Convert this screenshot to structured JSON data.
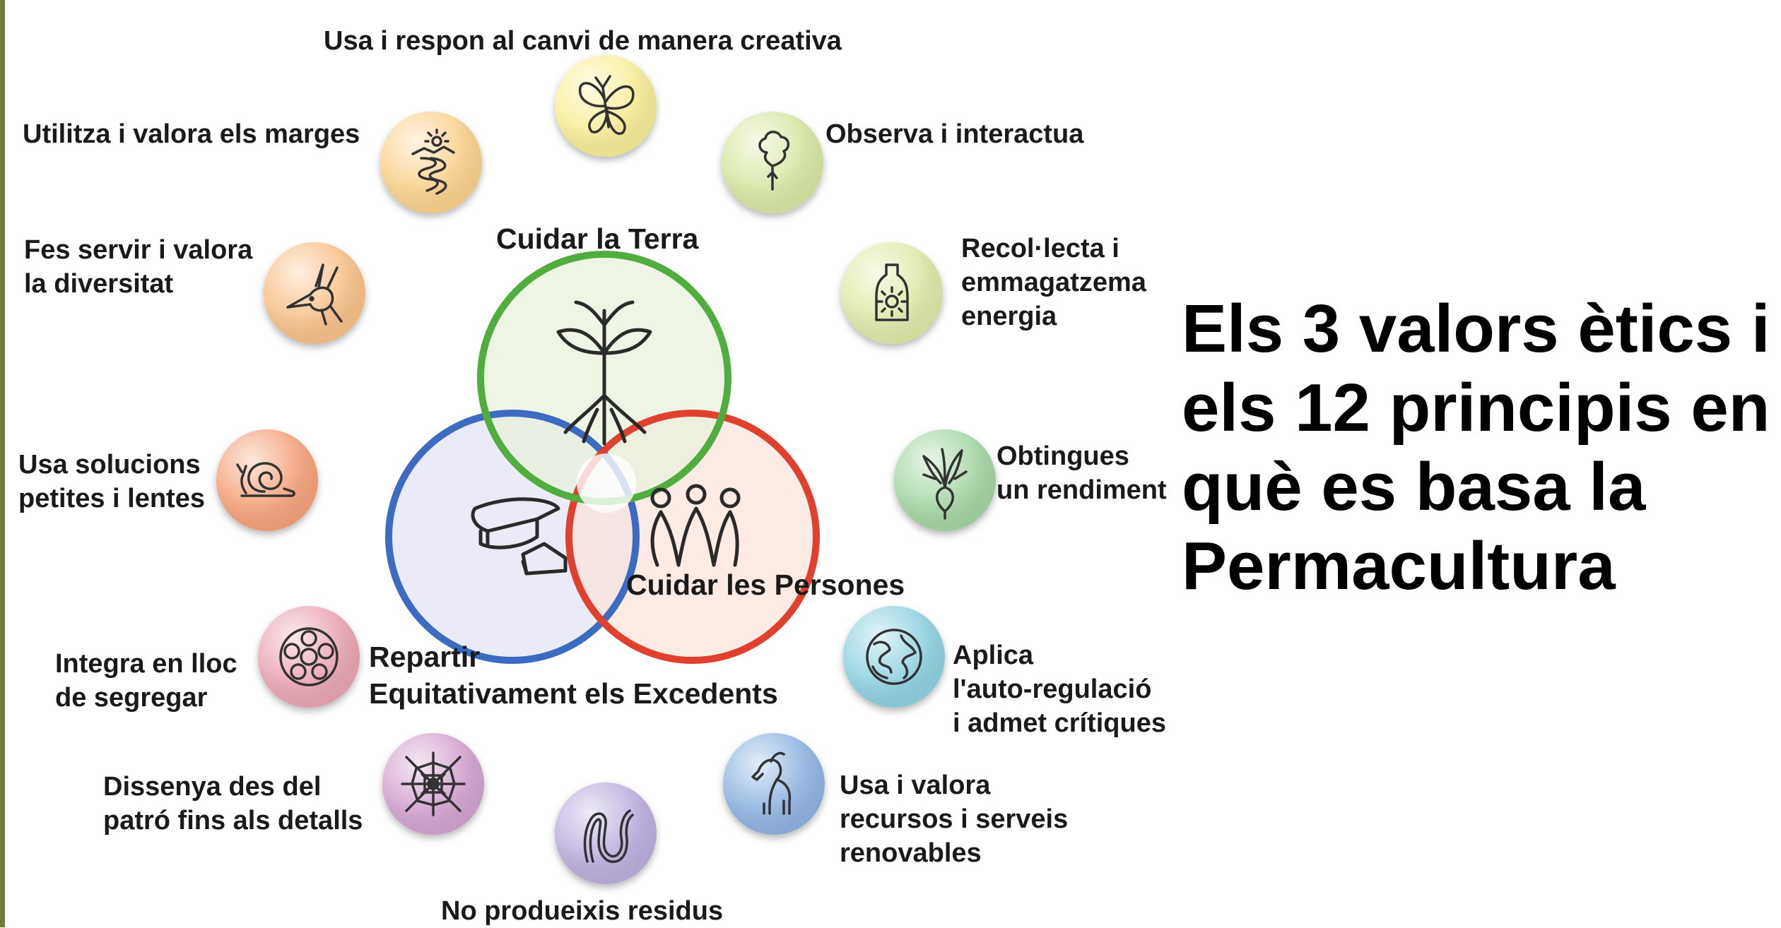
{
  "headline": "Els 3 valors ètics i\nels 12 principis en\nquè es basa la\nPermacultura",
  "ethics": {
    "earth": "Cuidar la Terra",
    "people": "Cuidar les Persones",
    "share": "Repartir\nEquitativament els Excedents"
  },
  "principles": [
    {
      "label": "Observa i interactua",
      "icon": "tree-icon",
      "color": "#d7e7a3"
    },
    {
      "label": "Recol·lecta i\nemmagatzema\nenergia",
      "icon": "bottle-sun-icon",
      "color": "#dfe9a8"
    },
    {
      "label": "Obtingues\nun rendiment",
      "icon": "radish-icon",
      "color": "#a6d6a6"
    },
    {
      "label": "Aplica\nl'auto-regulació\ni admet crítiques",
      "icon": "globe-icon",
      "color": "#8fd3e0"
    },
    {
      "label": "Usa i valora\nrecursos i serveis\nrenovables",
      "icon": "horse-icon",
      "color": "#8fb4e0"
    },
    {
      "label": "No produeixis residus",
      "icon": "worm-icon",
      "color": "#bcaedd"
    },
    {
      "label": "Dissenya des del\npatró fins als detalls",
      "icon": "spiderweb-icon",
      "color": "#d3a3cf"
    },
    {
      "label": "Integra en lloc\nde segregar",
      "icon": "circles-icon",
      "color": "#eba6b4"
    },
    {
      "label": "Usa solucions\npetites i lentes",
      "icon": "snail-icon",
      "color": "#f5a27a"
    },
    {
      "label": "Fes servir i valora\nla diversitat",
      "icon": "hummingbird-icon",
      "color": "#f9c189"
    },
    {
      "label": "Utilitza i valora els marges",
      "icon": "river-icon",
      "color": "#fbd28e"
    },
    {
      "label": "Usa i respon al canvi de manera creativa",
      "icon": "butterfly-icon",
      "color": "#f8ee98"
    }
  ],
  "colors": {
    "earth_ring": "#4fae3e",
    "people_ring": "#e0402e",
    "share_ring": "#3b6cc2",
    "side_bar": "#6f7b3a"
  }
}
